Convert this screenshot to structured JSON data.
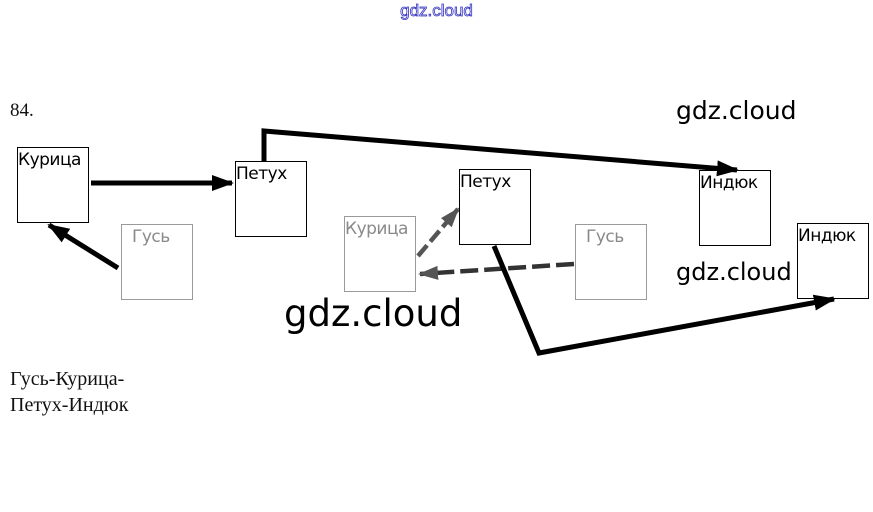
{
  "watermark_top": "gdz.cloud",
  "task_number": "84.",
  "watermarks": [
    "gdz.cloud",
    "gdz.cloud",
    "gdz.cloud"
  ],
  "nodes": [
    {
      "id": "kuritsa-1",
      "label": "Курица",
      "faded": false
    },
    {
      "id": "petukh-1",
      "label": "Петух",
      "faded": false
    },
    {
      "id": "gus-1",
      "label": "Гусь",
      "faded": true
    },
    {
      "id": "kuritsa-2",
      "label": "Курица",
      "faded": true
    },
    {
      "id": "petukh-2",
      "label": "Петух",
      "faded": false
    },
    {
      "id": "gus-2",
      "label": "Гусь",
      "faded": true
    },
    {
      "id": "indyuk-1",
      "label": "Индюк",
      "faded": false
    },
    {
      "id": "indyuk-2",
      "label": "Индюк",
      "faded": false
    }
  ],
  "edges": [
    {
      "from": "kuritsa-1",
      "to": "petukh-1",
      "style": "solid"
    },
    {
      "from": "gus-1",
      "to": "kuritsa-1",
      "style": "solid"
    },
    {
      "from": "petukh-1",
      "to": "indyuk-1",
      "style": "solid"
    },
    {
      "from": "kuritsa-2",
      "to": "petukh-2",
      "style": "dashed"
    },
    {
      "from": "gus-2",
      "to": "kuritsa-2",
      "style": "dashed"
    },
    {
      "from": "petukh-2",
      "to": "indyuk-2",
      "style": "solid"
    }
  ],
  "answer": {
    "line1": "Гусь-Курица-",
    "line2": "Петух-Индюк"
  },
  "colors": {
    "watermark_top": "#3030c0",
    "faded": "#8a8a8a",
    "line": "#000000"
  }
}
